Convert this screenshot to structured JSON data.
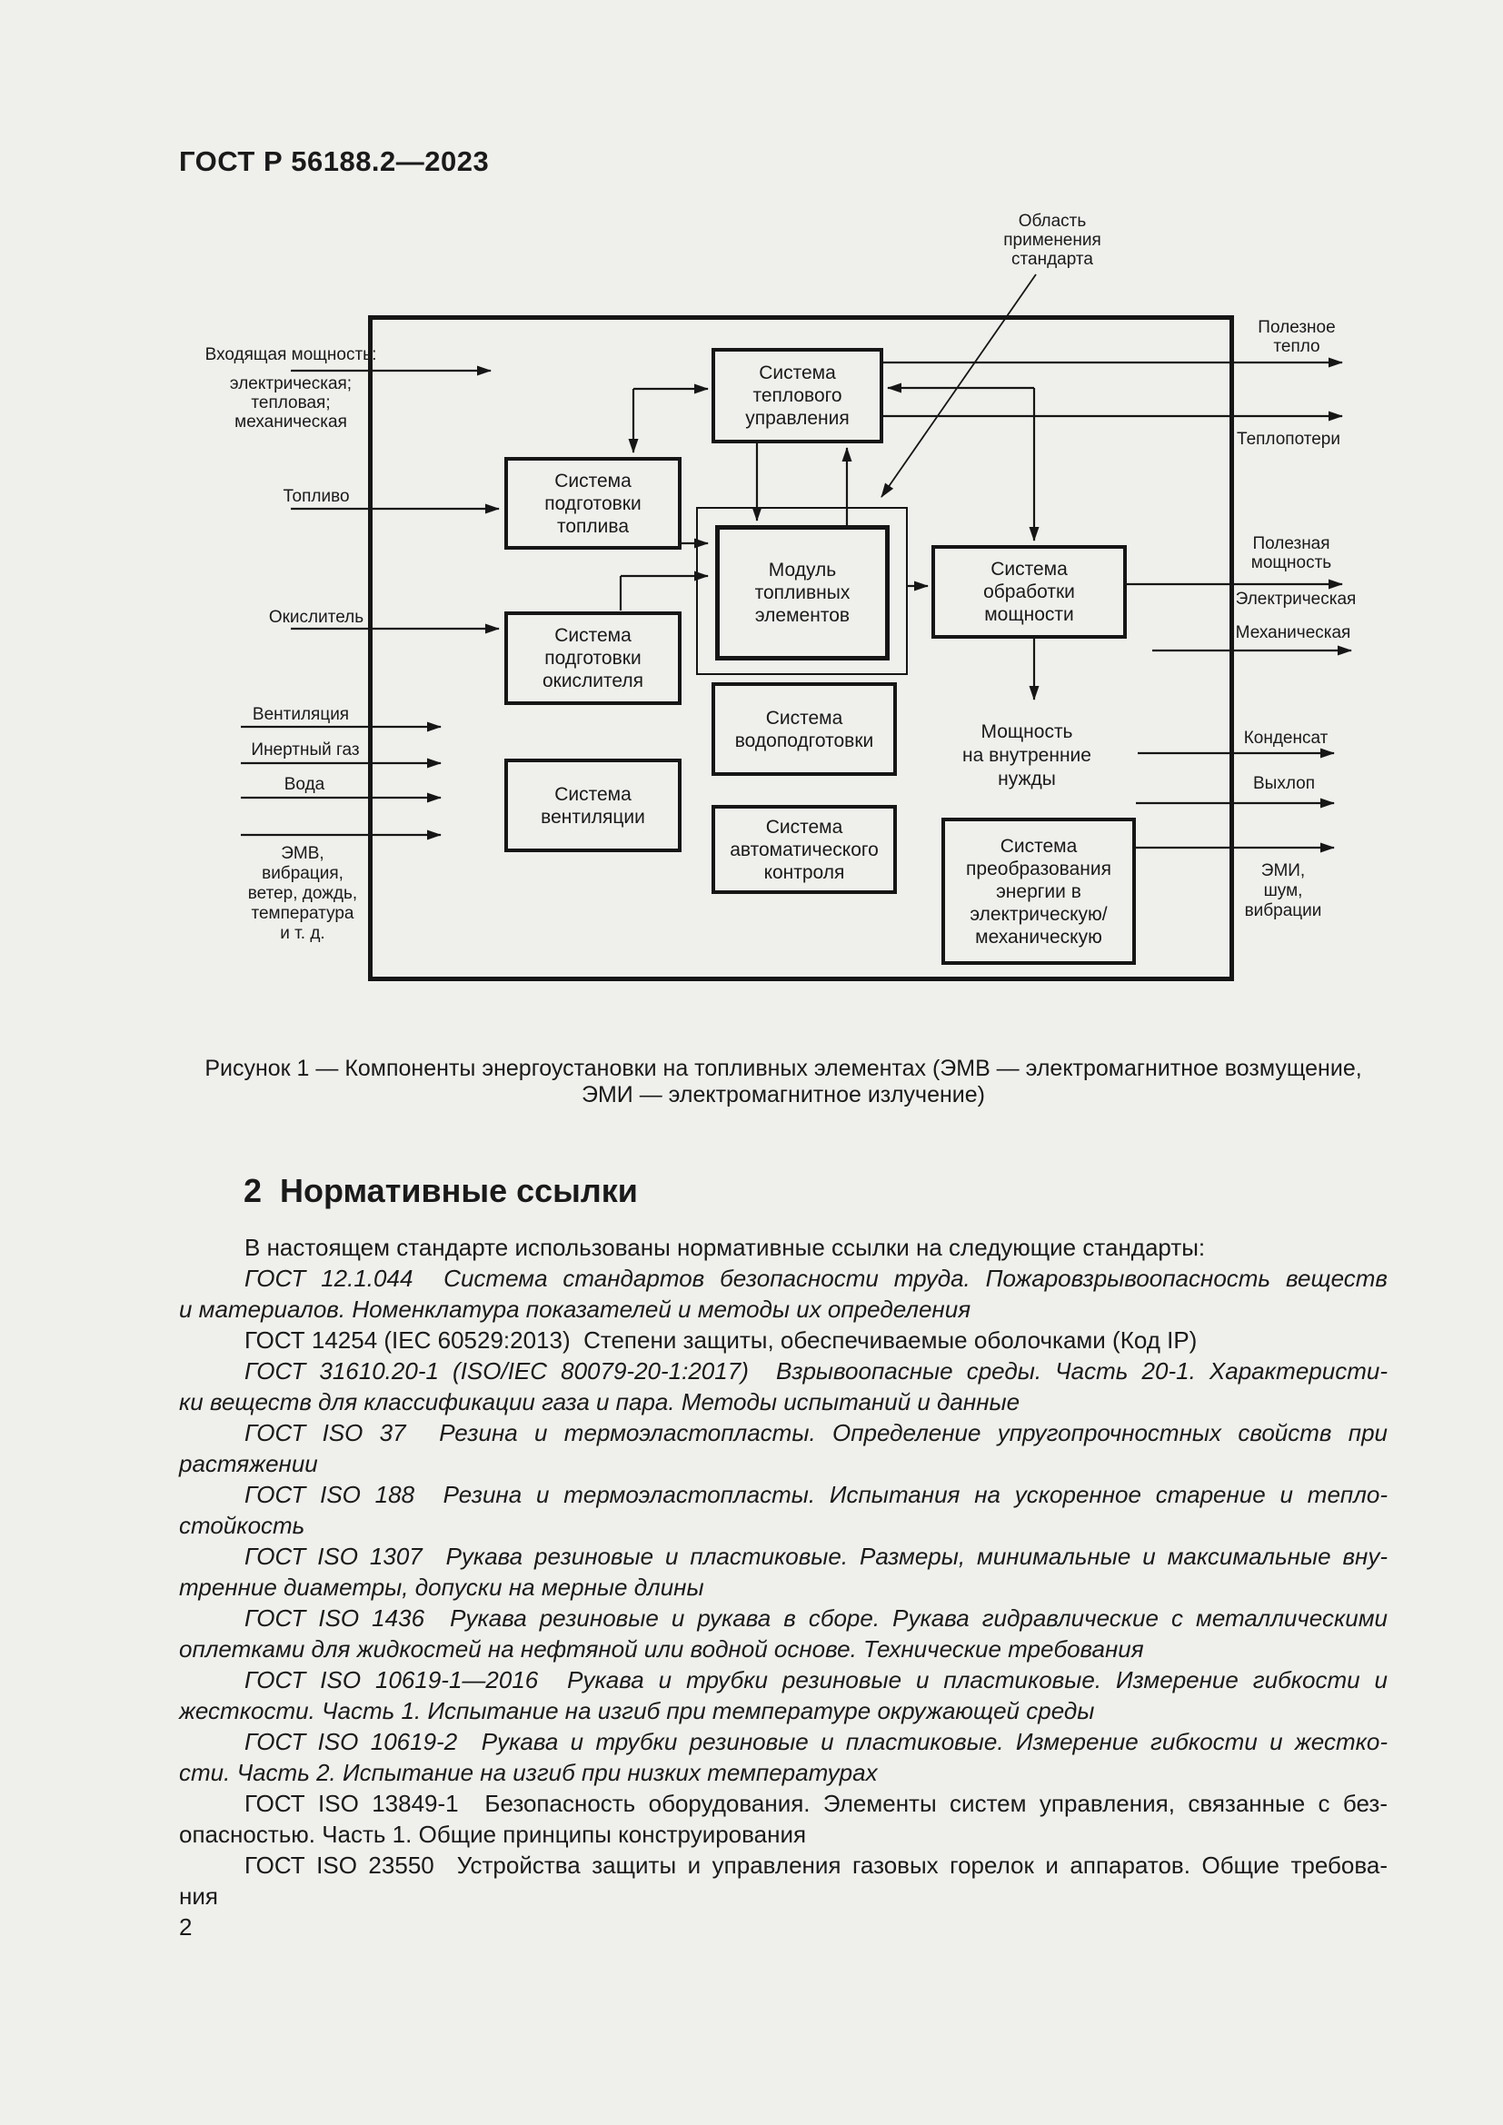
{
  "page": {
    "header": "ГОСТ Р 56188.2—2023",
    "number": "2"
  },
  "figure": {
    "scope_note": "Область\nприменения\nстандарта",
    "inputs": {
      "incoming_power_title": "Входящая мощность:",
      "incoming_power_kinds": "электрическая;\nтепловая;\nмеханическая",
      "fuel": "Топливо",
      "oxidant": "Окислитель",
      "ventilation": "Вентиляция",
      "inert_gas": "Инертный газ",
      "water": "Вода",
      "environment": "ЭМВ,\nвибрация,\nветер, дождь,\nтемпература\nи т. д."
    },
    "boxes": {
      "thermal": "Система\nтеплового\nуправления",
      "fuel_prep": "Система\nподготовки\nтоплива",
      "fuel_cell_module": "Модуль\nтопливных\nэлементов",
      "oxidant_prep": "Система\nподготовки\nокислителя",
      "ventilation": "Система\nвентиляции",
      "water_treatment": "Система\nводоподготовки",
      "auto_control": "Система\nавтоматического\nконтроля",
      "power_conditioning": "Система\nобработки\nмощности",
      "energy_conversion": "Система\nпреобразования\nэнергии в\nэлектрическую/\nмеханическую"
    },
    "internal_power": "Мощность\nна внутренние\nнужды",
    "outputs": {
      "useful_heat": "Полезное\nтепло",
      "heat_loss": "Теплопотери",
      "useful_power": "Полезная\nмощность",
      "electric": "Электрическая",
      "mechanical": "Механическая",
      "condensate": "Конденсат",
      "exhaust": "Выхлоп",
      "emi": "ЭМИ,\nшум,\nвибрации"
    },
    "caption_line1": "Рисунок 1 — Компоненты энергоустановки на топливных элементах (ЭМВ — электромагнитное возмущение,",
    "caption_line2": "ЭМИ — электромагнитное излучение)"
  },
  "section": {
    "heading": "2  Нормативные ссылки",
    "paragraphs": [
      {
        "style": "upright",
        "lines": [
          "В настоящем стандарте использованы нормативные ссылки на следующие стандарты:"
        ]
      },
      {
        "style": "italic",
        "lines": [
          "ГОСТ 12.1.044  Система стандартов безопасности труда. Пожаровзрывоопасность веществ",
          "и материалов. Номенклатура показателей и методы их определения"
        ]
      },
      {
        "style": "upright",
        "lines": [
          "ГОСТ 14254 (IEC 60529:2013)  Степени защиты, обеспечиваемые оболочками (Код IP)"
        ]
      },
      {
        "style": "italic",
        "lines": [
          "ГОСТ 31610.20-1 (ISO/IEC 80079-20-1:2017)  Взрывоопасные среды. Часть 20-1. Характеристи-",
          "ки веществ для классификации газа и пара. Методы испытаний и данные"
        ]
      },
      {
        "style": "italic",
        "lines": [
          "ГОСТ ISO 37  Резина и термоэластопласты. Определение упругопрочностных свойств при",
          "растяжении"
        ]
      },
      {
        "style": "italic",
        "lines": [
          "ГОСТ ISO 188  Резина и термоэластопласты. Испытания на ускоренное старение и тепло-",
          "стойкость"
        ]
      },
      {
        "style": "italic",
        "lines": [
          "ГОСТ ISO 1307  Рукава резиновые и пластиковые. Размеры, минимальные и максимальные вну-",
          "тренние диаметры, допуски на мерные длины"
        ]
      },
      {
        "style": "italic",
        "lines": [
          "ГОСТ ISO 1436  Рукава резиновые и рукава в сборе. Рукава гидравлические с металлическими",
          "оплетками для жидкостей на нефтяной или водной основе. Технические требования"
        ]
      },
      {
        "style": "italic",
        "lines": [
          "ГОСТ ISO 10619-1—2016  Рукава и трубки резиновые и пластиковые. Измерение гибкости и",
          "жесткости. Часть 1. Испытание на изгиб при температуре окружающей среды"
        ]
      },
      {
        "style": "italic",
        "lines": [
          "ГОСТ ISO 10619-2  Рукава и трубки резиновые и пластиковые. Измерение гибкости и жестко-",
          "сти. Часть 2. Испытание на изгиб при низких температурах"
        ]
      },
      {
        "style": "upright",
        "lines": [
          "ГОСТ ISO 13849-1  Безопасность оборудования. Элементы систем управления, связанные с без-",
          "опасностью. Часть 1. Общие принципы конструирования"
        ]
      },
      {
        "style": "upright",
        "lines": [
          "ГОСТ ISO 23550  Устройства защиты и управления газовых горелок и аппаратов. Общие требова-",
          "ния"
        ]
      }
    ]
  }
}
